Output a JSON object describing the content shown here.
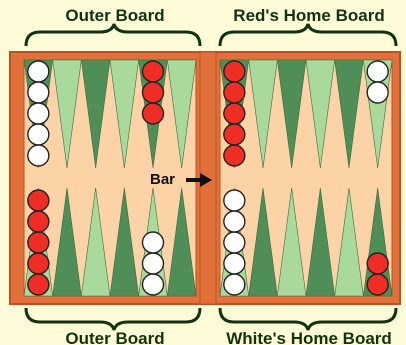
{
  "labels": {
    "top_left": "Outer Board",
    "top_right": "Red's Home Board",
    "bottom_left": "Outer Board",
    "bottom_right": "White's Home Board",
    "bar": "Bar"
  },
  "colors": {
    "background": "#fdfbd8",
    "frame": "#e2703a",
    "frame_dark": "#b8541f",
    "board": "#fbd3a7",
    "point_dark": "#4f8f57",
    "point_light": "#a9d99b",
    "checker_red": "#ee2d24",
    "checker_white": "#ffffff",
    "text": "#113311"
  },
  "checkers": {
    "left_top": [
      {
        "point": 1,
        "color": "white",
        "count": 5
      },
      {
        "point": 5,
        "color": "red",
        "count": 3
      }
    ],
    "left_bottom": [
      {
        "point": 1,
        "color": "red",
        "count": 5
      },
      {
        "point": 5,
        "color": "white",
        "count": 3
      }
    ],
    "right_top": [
      {
        "point": 1,
        "color": "red",
        "count": 5
      },
      {
        "point": 6,
        "color": "white",
        "count": 2
      }
    ],
    "right_bottom": [
      {
        "point": 1,
        "color": "white",
        "count": 5
      },
      {
        "point": 6,
        "color": "red",
        "count": 2
      }
    ]
  }
}
